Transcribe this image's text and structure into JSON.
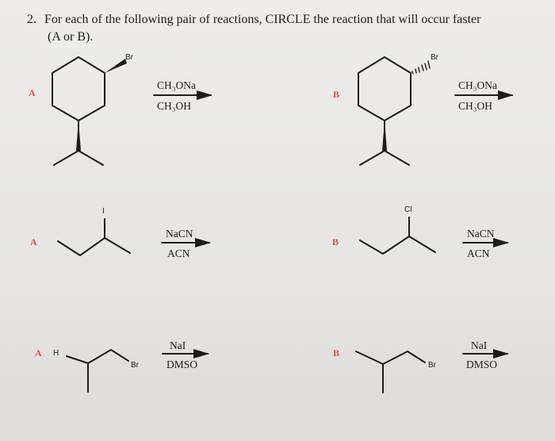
{
  "question": {
    "number": "2.",
    "line1": "For each of the following pair of reactions, CIRCLE the reaction that will occur faster",
    "line2": "(A or B)."
  },
  "rows": [
    {
      "a": {
        "label": "A",
        "atoms": {
          "br": "Br"
        },
        "reagent_top": "CH₃ONa",
        "reagent_bottom": "CH₃OH"
      },
      "b": {
        "label": "B",
        "atoms": {
          "br": "Br"
        },
        "reagent_top": "CH₃ONa",
        "reagent_bottom": "CH₃OH"
      }
    },
    {
      "a": {
        "label": "A",
        "atoms": {
          "i": "I"
        },
        "reagent_top": "NaCN",
        "reagent_bottom": "ACN"
      },
      "b": {
        "label": "B",
        "atoms": {
          "cl": "Cl"
        },
        "reagent_top": "NaCN",
        "reagent_bottom": "ACN"
      }
    },
    {
      "a": {
        "label": "A",
        "atoms": {
          "h": "H",
          "br": "Br"
        },
        "reagent_top": "NaI",
        "reagent_bottom": "DMSO"
      },
      "b": {
        "label": "B",
        "atoms": {
          "br": "Br"
        },
        "reagent_top": "NaI",
        "reagent_bottom": "DMSO"
      }
    }
  ]
}
